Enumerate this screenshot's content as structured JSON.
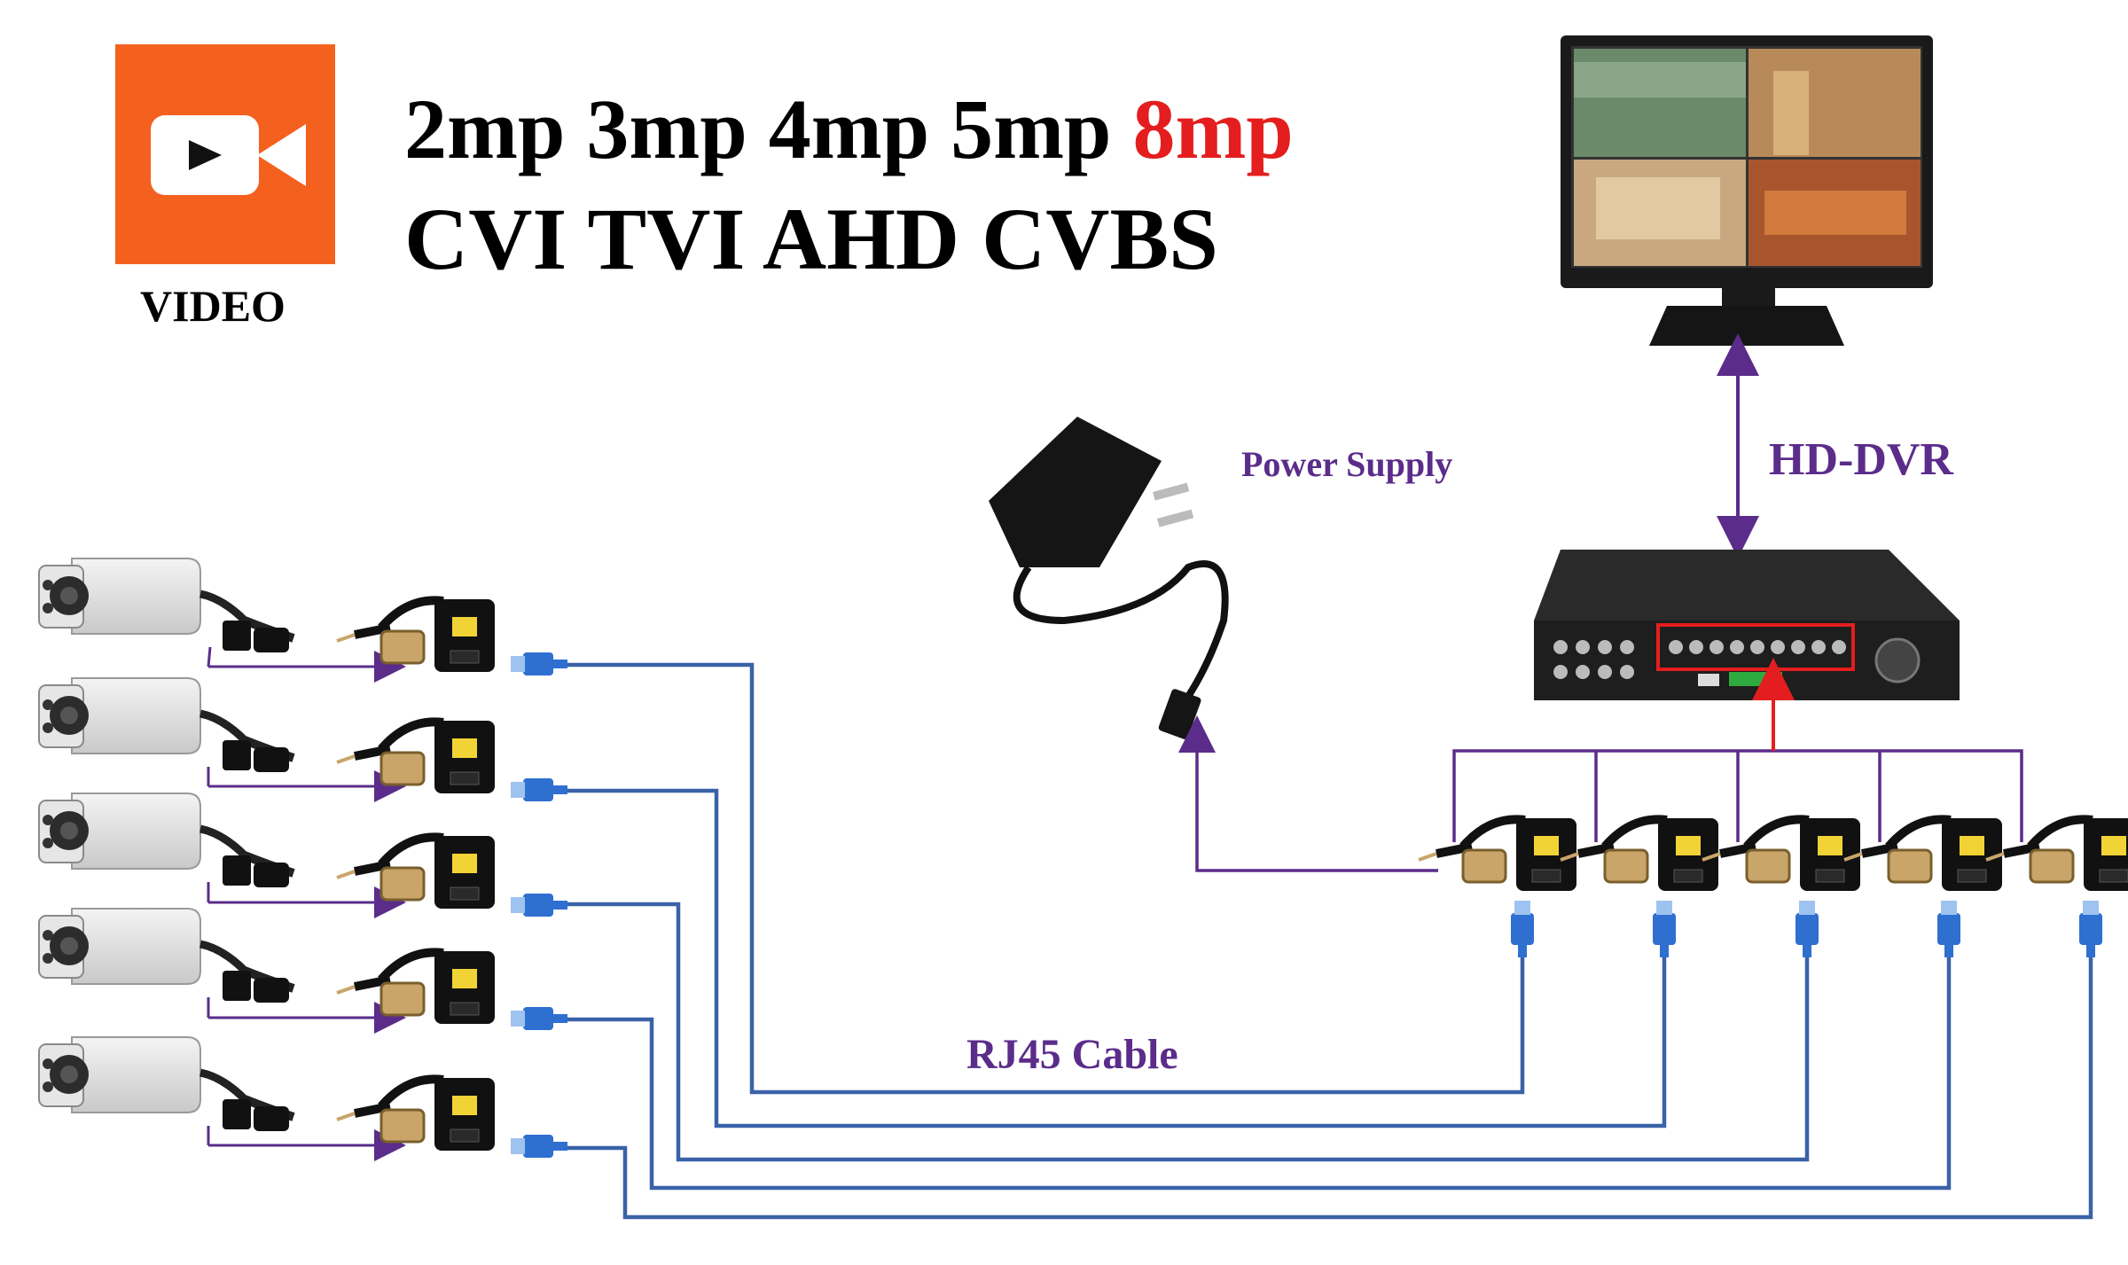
{
  "header": {
    "badge_label": "VIDEO",
    "line1_parts": [
      "2mp 3mp 4mp 5mp ",
      "8mp"
    ],
    "line2": "CVI TVI AHD CVBS"
  },
  "labels": {
    "power_supply": "Power Supply",
    "dvr": "HD-DVR",
    "cable": "RJ45 Cable"
  },
  "colors": {
    "badge": "#f4611e",
    "highlight_red": "#e41e1e",
    "purple": "#5b2c8a",
    "cable_blue": "#3a62a8",
    "text": "#000000"
  }
}
